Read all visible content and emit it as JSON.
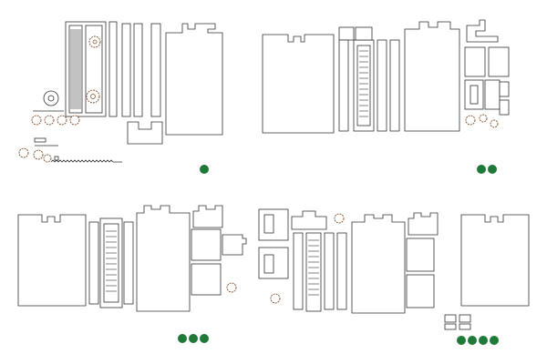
{
  "sheet": {
    "panels": [
      {
        "id": "panel-1",
        "label": "",
        "page_marker_count": 1
      },
      {
        "id": "panel-2",
        "label": "",
        "page_marker_count": 2
      },
      {
        "id": "panel-3",
        "label": "",
        "page_marker_count": 3
      },
      {
        "id": "panel-4",
        "label": "",
        "page_marker_count": 4
      }
    ]
  },
  "colors": {
    "outline": "#333333",
    "gear_outline": "#7a4a2a",
    "marker_dot": "#1f7a3a",
    "background": "#ffffff"
  }
}
